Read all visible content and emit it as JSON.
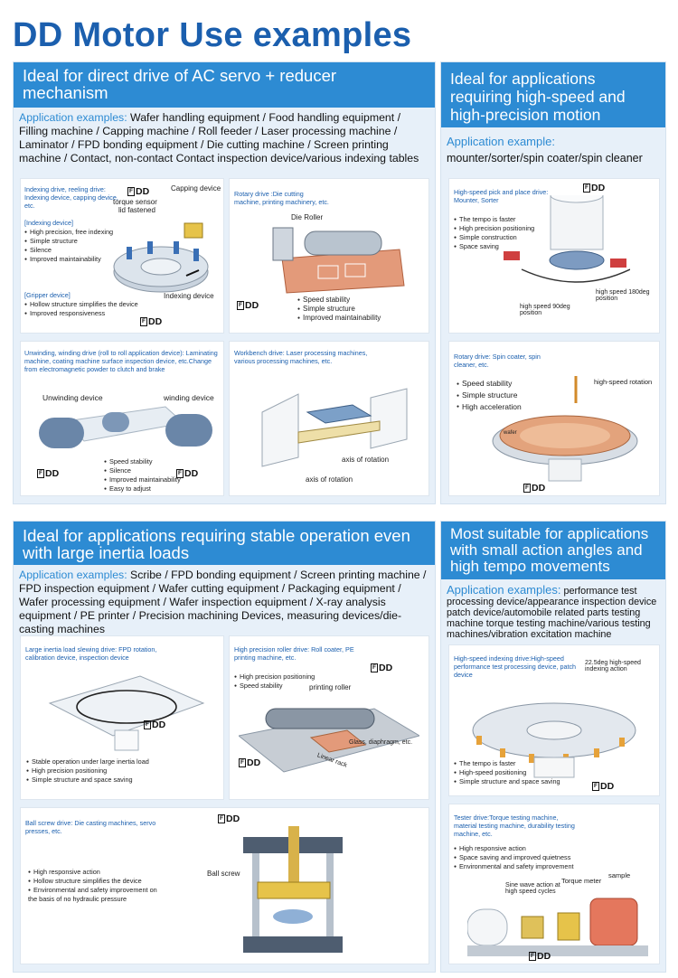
{
  "title": "DD Motor Use examples",
  "dd_label": "DD",
  "dd_box": "F",
  "sections": {
    "s1": {
      "heading": "Ideal for direct drive of AC servo + reducer mechanism",
      "app_label": "Application examples:",
      "app_text": " Wafer handling equipment / Food handling equipment / Filling machine / Capping machine / Roll feeder / Laser processing machine / Laminator / FPD bonding equipment / Die cutting machine / Screen printing machine / Contact, non-contact Contact inspection device/various indexing tables"
    },
    "s2": {
      "heading": "Ideal for applications requiring high-speed and high-precision motion",
      "app_label": "Application example:",
      "app_text": "mounter/sorter/spin coater/spin cleaner"
    },
    "s3": {
      "heading": "Ideal for applications requiring stable operation even with large inertia loads",
      "app_label": "Application examples:",
      "app_text": " Scribe / FPD bonding equipment / Screen printing machine / FPD inspection equipment / Wafer cutting equipment / Packaging equipment / Wafer processing equipment / Wafer inspection equipment / X-ray analysis equipment / PE printer / Precision machining Devices, measuring devices/die-casting machines"
    },
    "s4": {
      "heading": "Most suitable for applications with small action angles and high tempo movements",
      "app_label": "Application examples:",
      "app_text": " performance test processing device/appearance inspection device patch device/automobile related parts testing machine torque testing machine/various testing machines/vibration excitation machine"
    }
  },
  "cards": {
    "indexing": {
      "caption": "Indexing drive, reeling drive: Indexing device, capping device, etc.",
      "list_a_head": "[Indexing device]",
      "list_a": [
        "High precision, free indexing",
        "Simple structure",
        "Silence",
        "Improved maintainability"
      ],
      "list_b_head": "[Gripper device]",
      "list_b": [
        "Hollow structure simplifies the device",
        "Improved responsiveness"
      ],
      "ann_capping": "Capping device",
      "ann_torque": "torque sensor",
      "ann_lid": "lid fastened",
      "ann_indexing": "Indexing device"
    },
    "rotary_cut": {
      "caption": "Rotary drive :Die cutting machine, printing machinery, etc.",
      "ann_roller": "Die Roller",
      "list": [
        "Speed stability",
        "Simple structure",
        "Improved maintainability"
      ]
    },
    "unwinding": {
      "caption": "Unwinding, winding drive (roll to roll application device): Laminating machine, coating machine surface inspection device, etc.Change from electromagnetic powder to clutch and brake",
      "ann_unwind": "Unwinding device",
      "ann_wind": "winding device",
      "list": [
        "Speed stability",
        "Silence",
        "Improved maintainability",
        "Easy to adjust"
      ]
    },
    "workbench": {
      "caption": "Workbench drive: Laser processing machines, various processing machines, etc.",
      "ann_axis1": "axis of rotation",
      "ann_axis2": "axis of rotation"
    },
    "pickplace": {
      "caption": "High-speed pick and place drive: Mounter, Sorter",
      "list": [
        "The tempo is faster",
        "High precision positioning",
        "Simple construction",
        "Space saving"
      ],
      "ann_180": "high speed 180deg position",
      "ann_90": "high speed 90deg position"
    },
    "spin": {
      "caption": "Rotary drive: Spin coater, spin cleaner, etc.",
      "list": [
        "Speed stability",
        "Simple structure",
        "High acceleration"
      ],
      "ann_rot": "high-speed rotation",
      "ann_wafer": "wafer"
    },
    "inertia": {
      "caption": "Large inertia load slewing drive: FPD rotation, calibration device, inspection device",
      "list": [
        "Stable operation under large inertia load",
        "High precision positioning",
        "Simple structure and space saving"
      ]
    },
    "roller": {
      "caption": "High precision roller drive: Roll coater, PE printing machine, etc.",
      "list": [
        "High precision positioning",
        "Speed stability"
      ],
      "ann_roller": "printing roller",
      "ann_glass": "Glass, diaphragm, etc.",
      "ann_rack": "Linear rack"
    },
    "ballscrew": {
      "caption": "Ball screw drive: Die casting machines, servo presses, etc.",
      "list": [
        "High responsive action",
        "Hollow structure simplifies the device",
        "Environmental and safety improvement on the basis of no hydraulic pressure"
      ],
      "ann_screw": "Ball screw"
    },
    "hs_index": {
      "caption": "High-speed indexing drive:High-speed performance test processing device, patch device",
      "ann_deg": "22.5deg high-speed indexing action",
      "list": [
        "The tempo is faster",
        "High-speed positioning",
        "Simple structure and space saving"
      ]
    },
    "tester": {
      "caption": "Tester drive:Torque testing machine, material testing machine, durability testing machine, etc.",
      "list": [
        "High responsive action",
        "Space saving and improved quietness",
        "Environmental and safety improvement"
      ],
      "ann_sine": "Sine wave action at high speed cycles",
      "ann_tm": "Torque meter",
      "ann_sample": "sample"
    }
  },
  "colors": {
    "heading_blue": "#2d8bd3",
    "title_blue": "#1b5fae",
    "panel_bg": "#e7f0f9"
  }
}
